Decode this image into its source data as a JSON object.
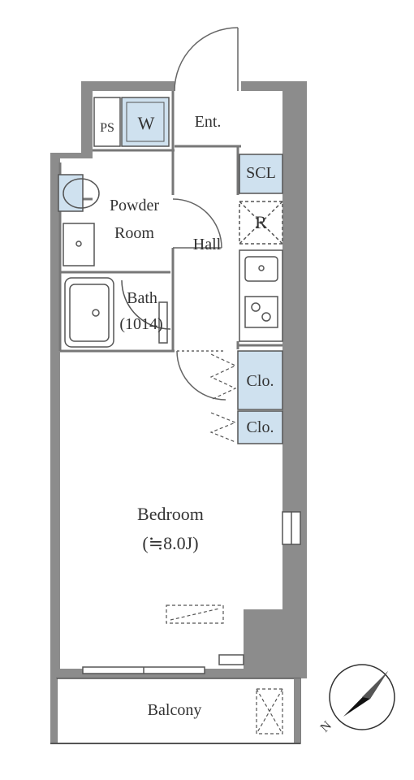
{
  "rooms": {
    "ent": "Ent.",
    "ps": "PS",
    "w": "W",
    "scl": "SCL",
    "r": "R",
    "powder_line1": "Powder",
    "powder_line2": "Room",
    "hall": "Hall",
    "bath_line1": "Bath",
    "bath_line2": "(1014)",
    "clo_1": "Clo.",
    "clo_2": "Clo.",
    "bedroom_line1": "Bedroom",
    "bedroom_line2": "(≒8.0J)",
    "balcony": "Balcony"
  },
  "compass": {
    "north_label": "N"
  },
  "colors": {
    "wall": "#8c8c8c",
    "storage": "#cfe1ef",
    "line": "#555555"
  }
}
